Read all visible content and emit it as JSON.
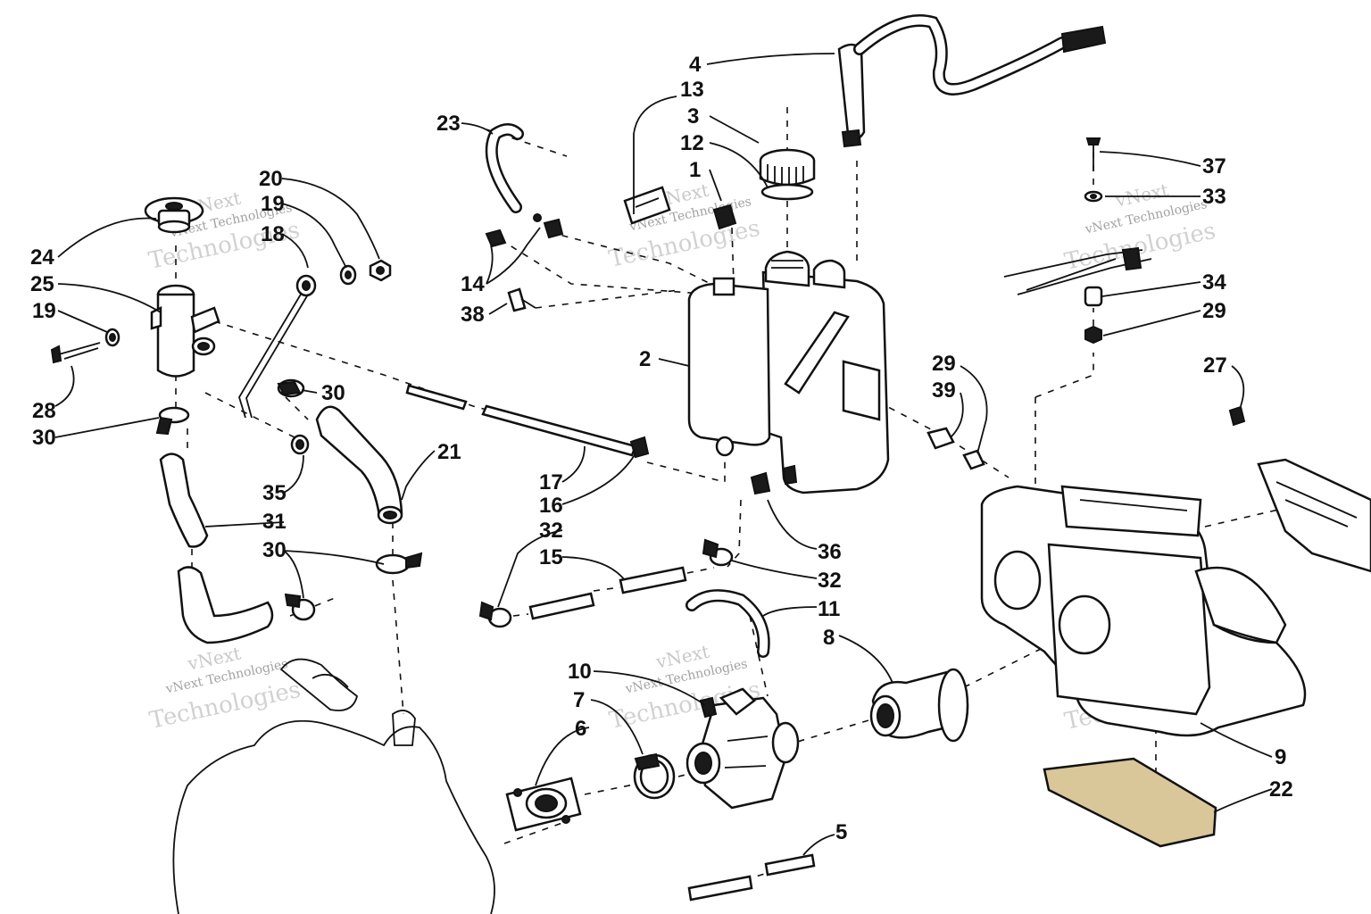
{
  "watermark": {
    "line1": "vNext",
    "line2": "vNext Technologies",
    "line3": "Technologies"
  },
  "callouts": [
    {
      "id": "c4",
      "label": "4"
    },
    {
      "id": "c13",
      "label": "13"
    },
    {
      "id": "c3",
      "label": "3"
    },
    {
      "id": "c12",
      "label": "12"
    },
    {
      "id": "c1",
      "label": "1"
    },
    {
      "id": "c23",
      "label": "23"
    },
    {
      "id": "c20",
      "label": "20"
    },
    {
      "id": "c19a",
      "label": "19"
    },
    {
      "id": "c18",
      "label": "18"
    },
    {
      "id": "c24",
      "label": "24"
    },
    {
      "id": "c25",
      "label": "25"
    },
    {
      "id": "c19b",
      "label": "19"
    },
    {
      "id": "c28",
      "label": "28"
    },
    {
      "id": "c30a",
      "label": "30"
    },
    {
      "id": "c30b",
      "label": "30"
    },
    {
      "id": "c14",
      "label": "14"
    },
    {
      "id": "c38",
      "label": "38"
    },
    {
      "id": "c2",
      "label": "2"
    },
    {
      "id": "c21",
      "label": "21"
    },
    {
      "id": "c35",
      "label": "35"
    },
    {
      "id": "c31",
      "label": "31"
    },
    {
      "id": "c30c",
      "label": "30"
    },
    {
      "id": "c17",
      "label": "17"
    },
    {
      "id": "c16",
      "label": "16"
    },
    {
      "id": "c32a",
      "label": "32"
    },
    {
      "id": "c15",
      "label": "15"
    },
    {
      "id": "c36",
      "label": "36"
    },
    {
      "id": "c32b",
      "label": "32"
    },
    {
      "id": "c11",
      "label": "11"
    },
    {
      "id": "c8",
      "label": "8"
    },
    {
      "id": "c10",
      "label": "10"
    },
    {
      "id": "c7",
      "label": "7"
    },
    {
      "id": "c6",
      "label": "6"
    },
    {
      "id": "c5",
      "label": "5"
    },
    {
      "id": "c37",
      "label": "37"
    },
    {
      "id": "c33",
      "label": "33"
    },
    {
      "id": "c34",
      "label": "34"
    },
    {
      "id": "c29a",
      "label": "29"
    },
    {
      "id": "c29b",
      "label": "29"
    },
    {
      "id": "c39",
      "label": "39"
    },
    {
      "id": "c27",
      "label": "27"
    },
    {
      "id": "c9",
      "label": "9"
    },
    {
      "id": "c22",
      "label": "22"
    }
  ]
}
